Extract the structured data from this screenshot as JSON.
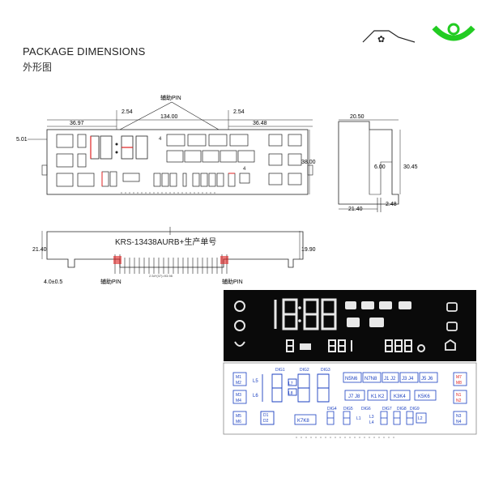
{
  "header": {
    "title": "PACKAGE DIMENSIONS",
    "subtitle": "外形图"
  },
  "front_view": {
    "aux_pin_label": "辅助PIN",
    "dim_width": "134.00",
    "dim_left_pin": "2.54",
    "dim_right_pin": "2.54",
    "dim_left_offset": "36.97",
    "dim_right_offset": "36.48",
    "dim_top_edge": "5.01",
    "dim_height": "38.00"
  },
  "side_view": {
    "dim_top": "20.50",
    "dim_inner": "6.00",
    "dim_height": "30.45",
    "dim_bottom": "21.40",
    "dim_pin": "2.48"
  },
  "bottom_view": {
    "part_label": "KRS-13438AURB+生产单号",
    "dim_left_height": "21.40",
    "dim_right_height": "19.90",
    "dim_pin_len": "4.0±0.5",
    "aux_pin_left": "辅助PIN",
    "aux_pin_right": "辅助PIN",
    "pitch_label": "2.54*(37)=93.98"
  },
  "segment_map": {
    "keys": [
      "N5N6",
      "N7N8",
      "J1 J2",
      "J3 J4",
      "J5 J6",
      "J7 J8",
      "K1 K2",
      "K3K4",
      "K5K6",
      "K7K8"
    ],
    "left_keys": [
      "M1\nM2",
      "M3\nM4",
      "M5\nM6"
    ],
    "right_keys": [
      "M7\nM8",
      "N1\nN2",
      "N3\nN4"
    ],
    "dig_labels": [
      "DIG1",
      "DIG2",
      "DIG3",
      "DIG4",
      "DIG5",
      "DIG6",
      "DIG7",
      "DIG8",
      "DIG9"
    ],
    "small_labels": [
      "L5",
      "L6",
      "L7",
      "L8",
      "L1",
      "L2",
      "L3",
      "L4",
      "D1",
      "D2"
    ]
  },
  "colors": {
    "accent_red": "#e02020",
    "accent_blue": "#1a3fc0",
    "logo_green": "#22cc22",
    "display_bg": "#0a0a0a"
  }
}
